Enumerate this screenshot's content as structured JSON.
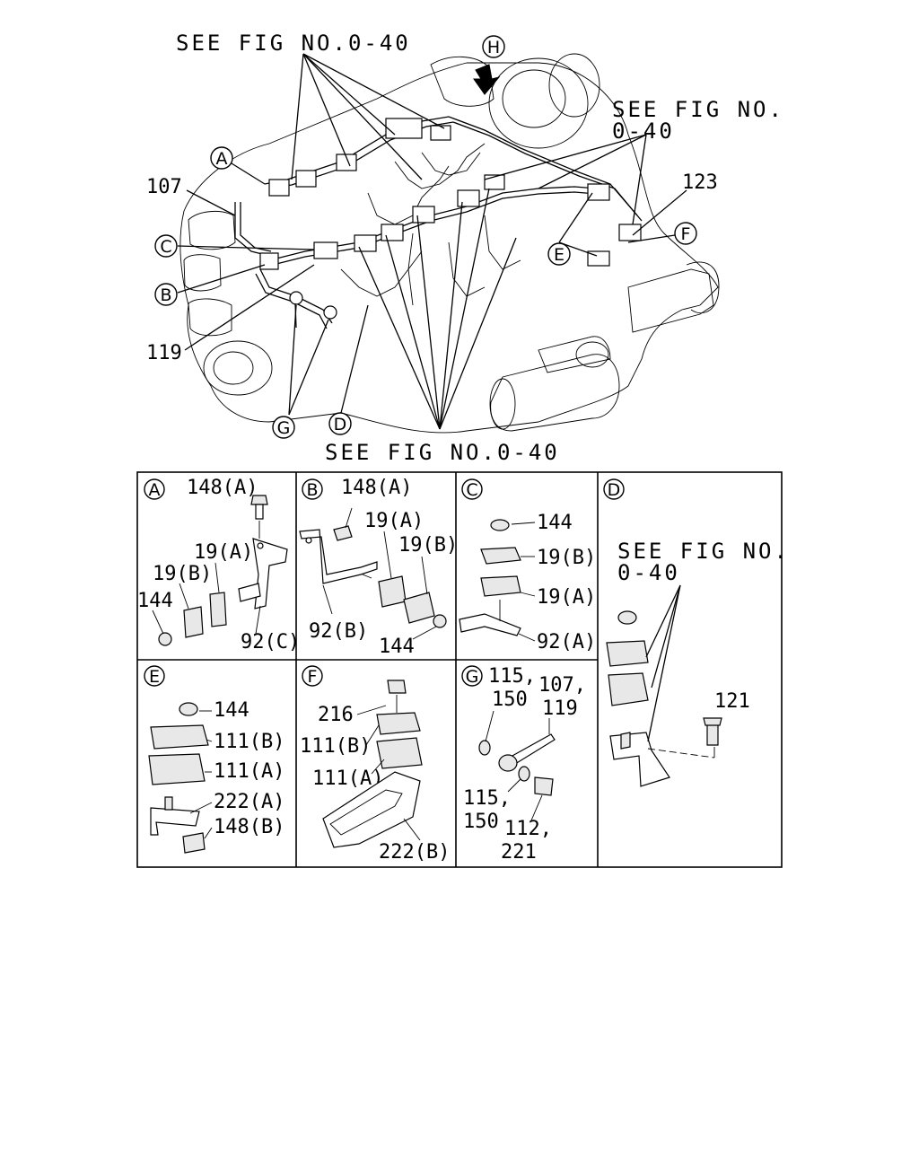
{
  "main": {
    "see_top": "SEE FIG NO.0-40",
    "see_right_line1": "SEE FIG NO.",
    "see_right_line2": "0-40",
    "see_bottom": "SEE FIG NO.0-40",
    "callouts": {
      "A": "A",
      "B": "B",
      "C": "C",
      "D": "D",
      "E": "E",
      "F": "F",
      "G": "G",
      "H": "H"
    },
    "labels": {
      "l107": "107",
      "l119": "119",
      "l123": "123"
    }
  },
  "panels": {
    "A": {
      "letter": "A",
      "labels": [
        "148(A)",
        "19(A)",
        "19(B)",
        "144",
        "92(C)"
      ]
    },
    "B": {
      "letter": "B",
      "labels": [
        "148(A)",
        "19(A)",
        "19(B)",
        "92(B)",
        "144"
      ]
    },
    "C": {
      "letter": "C",
      "labels": [
        "144",
        "19(B)",
        "19(A)",
        "92(A)"
      ]
    },
    "D": {
      "letter": "D",
      "see_line1": "SEE FIG NO.",
      "see_line2": "0-40",
      "labels": [
        "121"
      ]
    },
    "E": {
      "letter": "E",
      "labels": [
        "144",
        "111(B)",
        "111(A)",
        "222(A)",
        "148(B)"
      ]
    },
    "F": {
      "letter": "F",
      "labels": [
        "216",
        "111(B)",
        "111(A)",
        "222(B)"
      ]
    },
    "G": {
      "letter": "G",
      "labels": [
        "115,",
        "150",
        "107,",
        "119",
        "115,",
        "150",
        "112,",
        "221"
      ]
    }
  }
}
